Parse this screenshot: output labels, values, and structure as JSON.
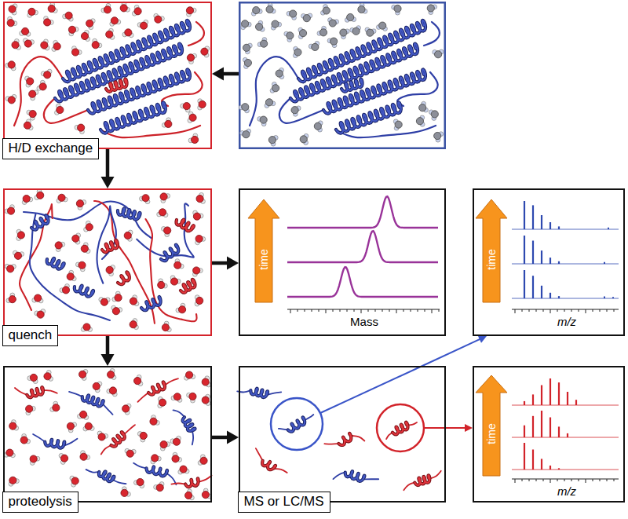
{
  "diagram": {
    "nodes": [
      {
        "text": [
          "H/D exchange"
        ]
      },
      {
        "text": [
          "quench"
        ]
      },
      {
        "text": [
          "time",
          "Mass"
        ]
      },
      {
        "text": [
          "time",
          "m/z"
        ]
      },
      {
        "text": [
          "proteolysis"
        ]
      },
      {
        "text": [
          "MS or LC/MS"
        ]
      },
      {
        "text": [
          "time",
          "m/z"
        ]
      }
    ],
    "edges": [
      {
        "from": 0,
        "to": 1,
        "arrow": "to"
      },
      {
        "from": 1,
        "to": 2,
        "arrow": "to"
      },
      {
        "from": 1,
        "to": 4,
        "arrow": "to"
      },
      {
        "from": 4,
        "to": 5,
        "arrow": "to"
      },
      {
        "from": 5,
        "to": 3,
        "arrow": "to"
      },
      {
        "from": 5,
        "to": 6,
        "arrow": "to"
      }
    ]
  }
}
